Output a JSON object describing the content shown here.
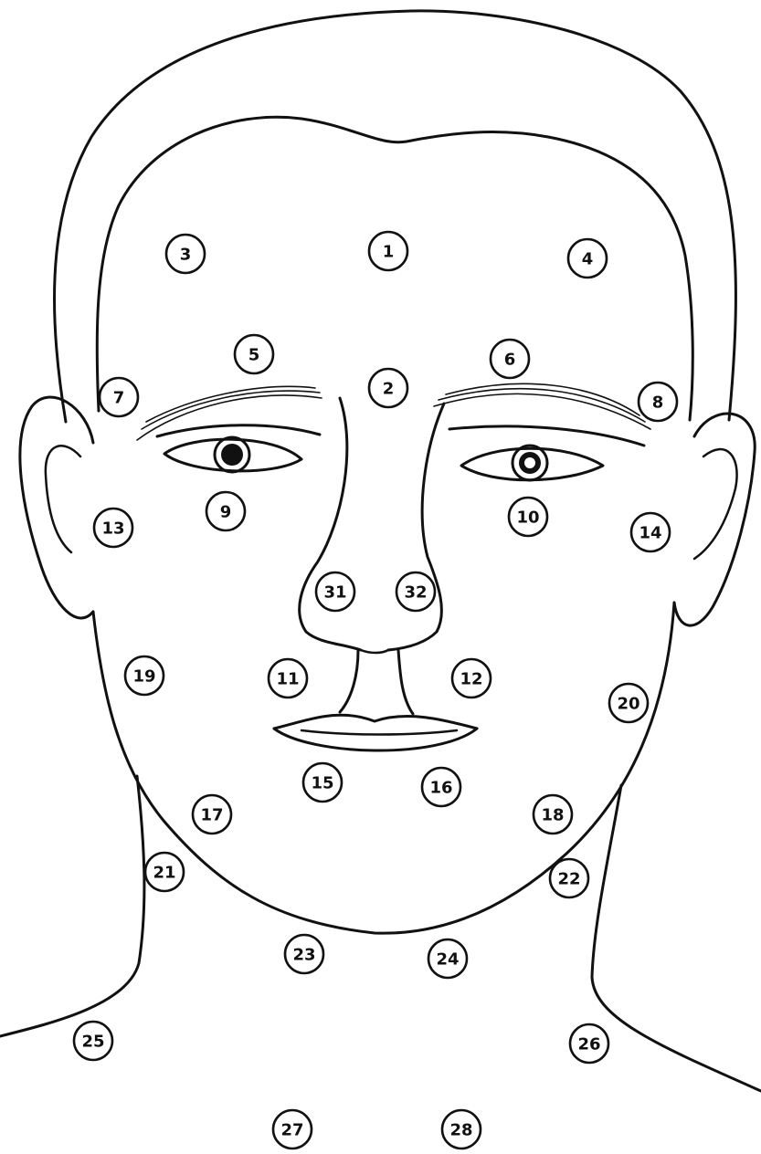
{
  "figure": {
    "colors": {
      "stroke": "#111111",
      "background": "#ffffff"
    },
    "points": [
      {
        "id": "point-1",
        "label": "1"
      },
      {
        "id": "point-2",
        "label": "2"
      },
      {
        "id": "point-3",
        "label": "3"
      },
      {
        "id": "point-4",
        "label": "4"
      },
      {
        "id": "point-5",
        "label": "5"
      },
      {
        "id": "point-6",
        "label": "6"
      },
      {
        "id": "point-7",
        "label": "7"
      },
      {
        "id": "point-8",
        "label": "8"
      },
      {
        "id": "point-9",
        "label": "9"
      },
      {
        "id": "point-10",
        "label": "10"
      },
      {
        "id": "point-11",
        "label": "11"
      },
      {
        "id": "point-12",
        "label": "12"
      },
      {
        "id": "point-13",
        "label": "13"
      },
      {
        "id": "point-14",
        "label": "14"
      },
      {
        "id": "point-15",
        "label": "15"
      },
      {
        "id": "point-16",
        "label": "16"
      },
      {
        "id": "point-17",
        "label": "17"
      },
      {
        "id": "point-18",
        "label": "18"
      },
      {
        "id": "point-19",
        "label": "19"
      },
      {
        "id": "point-20",
        "label": "20"
      },
      {
        "id": "point-21",
        "label": "21"
      },
      {
        "id": "point-22",
        "label": "22"
      },
      {
        "id": "point-23",
        "label": "23"
      },
      {
        "id": "point-24",
        "label": "24"
      },
      {
        "id": "point-25",
        "label": "25"
      },
      {
        "id": "point-26",
        "label": "26"
      },
      {
        "id": "point-27",
        "label": "27"
      },
      {
        "id": "point-28",
        "label": "28"
      },
      {
        "id": "point-31",
        "label": "31"
      },
      {
        "id": "point-32",
        "label": "32"
      }
    ]
  }
}
